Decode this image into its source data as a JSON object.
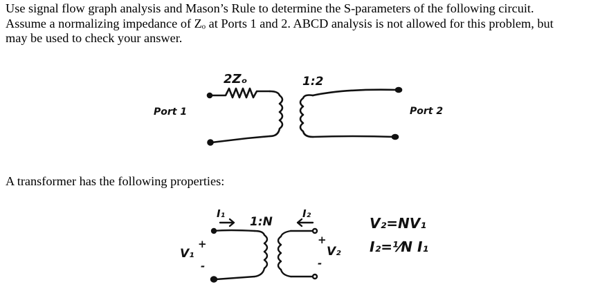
{
  "problem": {
    "lines": [
      "Use signal flow graph analysis and Mason’s Rule to determine the S-parameters of the  following circuit.",
      "Assume a normalizing impedance of Zₒ at Ports 1 and 2. ABCD analysis is not allowed for this problem, but",
      "may be used to check your answer."
    ]
  },
  "circuit": {
    "resistor_label": "2Zₒ",
    "turns_ratio": "1:2",
    "port1_label": "Port 1",
    "port2_label": "Port 2"
  },
  "transformer_section": {
    "heading": "A transformer has the following properties:",
    "i1_label": "I₁",
    "i2_label": "I₂",
    "ratio_label": "1:N",
    "v1_label": "V₁",
    "v2_label": "V₂",
    "plus": "+",
    "minus": "-",
    "eq1": "V₂=NV₁",
    "eq2": "I₂=⅟N I₁"
  }
}
